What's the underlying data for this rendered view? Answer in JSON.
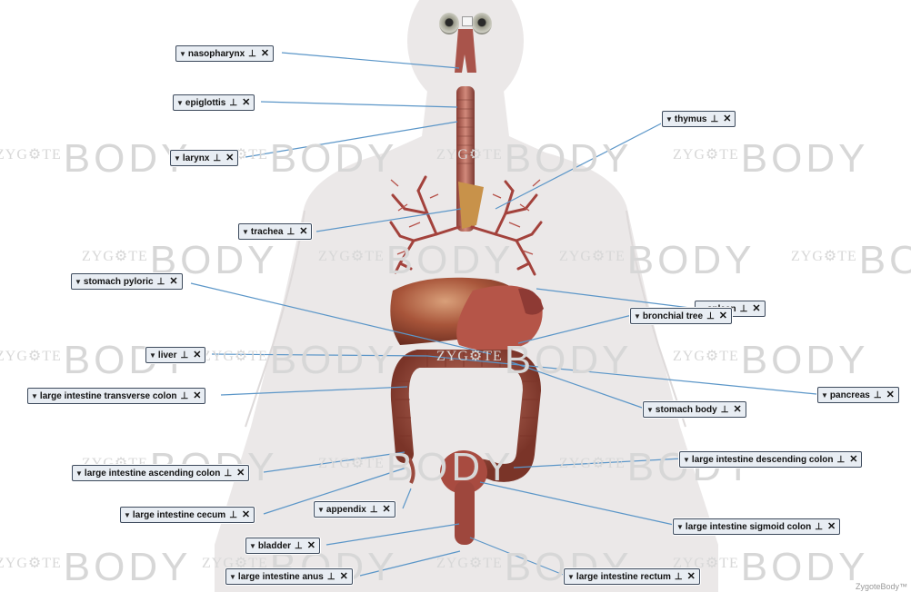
{
  "brand": "ZygoteBody™",
  "watermark": {
    "small": "ZYG⚙TE",
    "big": "BODY"
  },
  "colors": {
    "leader_line": "#5b96c8",
    "label_bg": "#e8edf3",
    "label_border": "#3d4a5c"
  },
  "labels": [
    {
      "id": "nasopharynx",
      "text": "nasopharynx"
    },
    {
      "id": "epiglottis",
      "text": "epiglottis"
    },
    {
      "id": "larynx",
      "text": "larynx"
    },
    {
      "id": "thymus",
      "text": "thymus"
    },
    {
      "id": "trachea",
      "text": "trachea"
    },
    {
      "id": "stomach-pyloric",
      "text": "stomach pyloric"
    },
    {
      "id": "spleen",
      "text": "spleen"
    },
    {
      "id": "bronchial-tree",
      "text": "bronchial tree"
    },
    {
      "id": "liver",
      "text": "liver"
    },
    {
      "id": "pancreas",
      "text": "pancreas"
    },
    {
      "id": "transverse-colon",
      "text": "large intestine transverse colon"
    },
    {
      "id": "stomach-body",
      "text": "stomach body"
    },
    {
      "id": "descending-colon",
      "text": "large intestine descending colon"
    },
    {
      "id": "ascending-colon",
      "text": "large intestine ascending colon"
    },
    {
      "id": "appendix",
      "text": "appendix"
    },
    {
      "id": "cecum",
      "text": "large intestine cecum"
    },
    {
      "id": "sigmoid-colon",
      "text": "large intestine sigmoid colon"
    },
    {
      "id": "bladder",
      "text": "bladder"
    },
    {
      "id": "anus",
      "text": "large intestine anus"
    },
    {
      "id": "rectum",
      "text": "large intestine rectum"
    }
  ],
  "label_controls": {
    "menu_icon": "▼",
    "pin_icon": "⊥-pin",
    "close_icon": "✕"
  }
}
